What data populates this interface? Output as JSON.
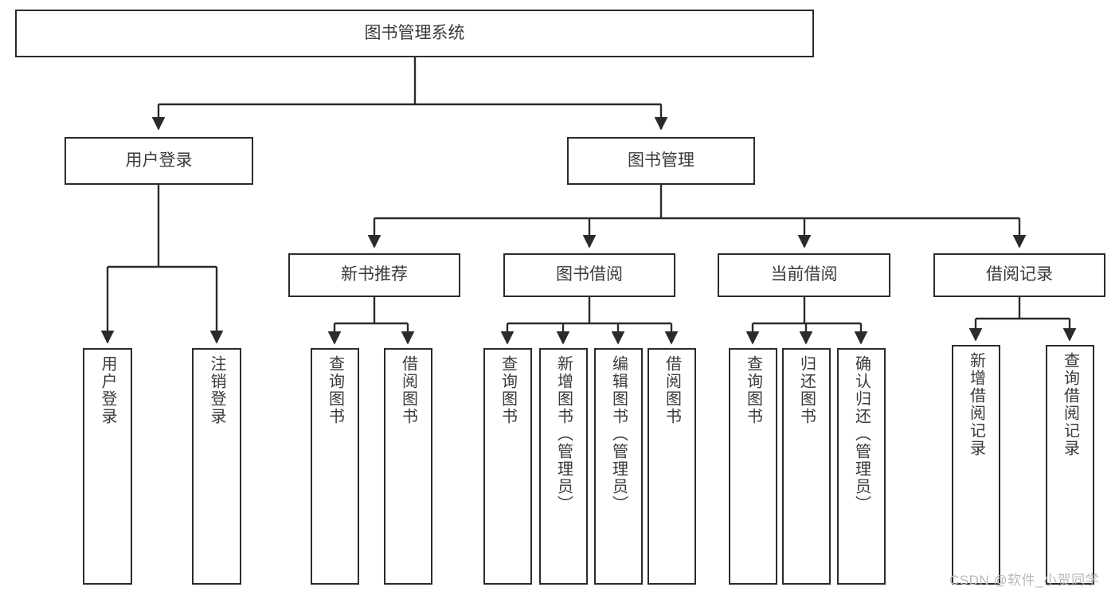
{
  "diagram": {
    "title": "图书管理系统",
    "type": "tree-hierarchy-chart",
    "watermark": "CSDN @软件_小贺同学",
    "colors": {
      "node_border": "#2b2b2b",
      "node_fill": "#ffffff",
      "edge": "#2b2b2b",
      "text": "#3a3a3a",
      "watermark": "#b9b9b9",
      "background": "#ffffff"
    }
  },
  "nodes": {
    "root": {
      "label": "图书管理系统"
    },
    "level2": [
      {
        "label": "用户登录"
      },
      {
        "label": "图书管理"
      }
    ],
    "level3": [
      {
        "label": "新书推荐"
      },
      {
        "label": "图书借阅"
      },
      {
        "label": "当前借阅"
      },
      {
        "label": "借阅记录"
      }
    ],
    "leaves": {
      "user_login": [
        {
          "label": "用户登录"
        },
        {
          "label": "注销登录"
        }
      ],
      "new_book_recommend": [
        {
          "label": "查询图书"
        },
        {
          "label": "借阅图书"
        }
      ],
      "book_borrow": [
        {
          "label": "查询图书"
        },
        {
          "label": "新增图书（管理员）"
        },
        {
          "label": "编辑图书（管理员）"
        },
        {
          "label": "借阅图书"
        }
      ],
      "current_borrow": [
        {
          "label": "查询图书"
        },
        {
          "label": "归还图书"
        },
        {
          "label": "确认归还（管理员）"
        }
      ],
      "borrow_record": [
        {
          "label": "新增借阅记录"
        },
        {
          "label": "查询借阅记录"
        }
      ]
    }
  }
}
